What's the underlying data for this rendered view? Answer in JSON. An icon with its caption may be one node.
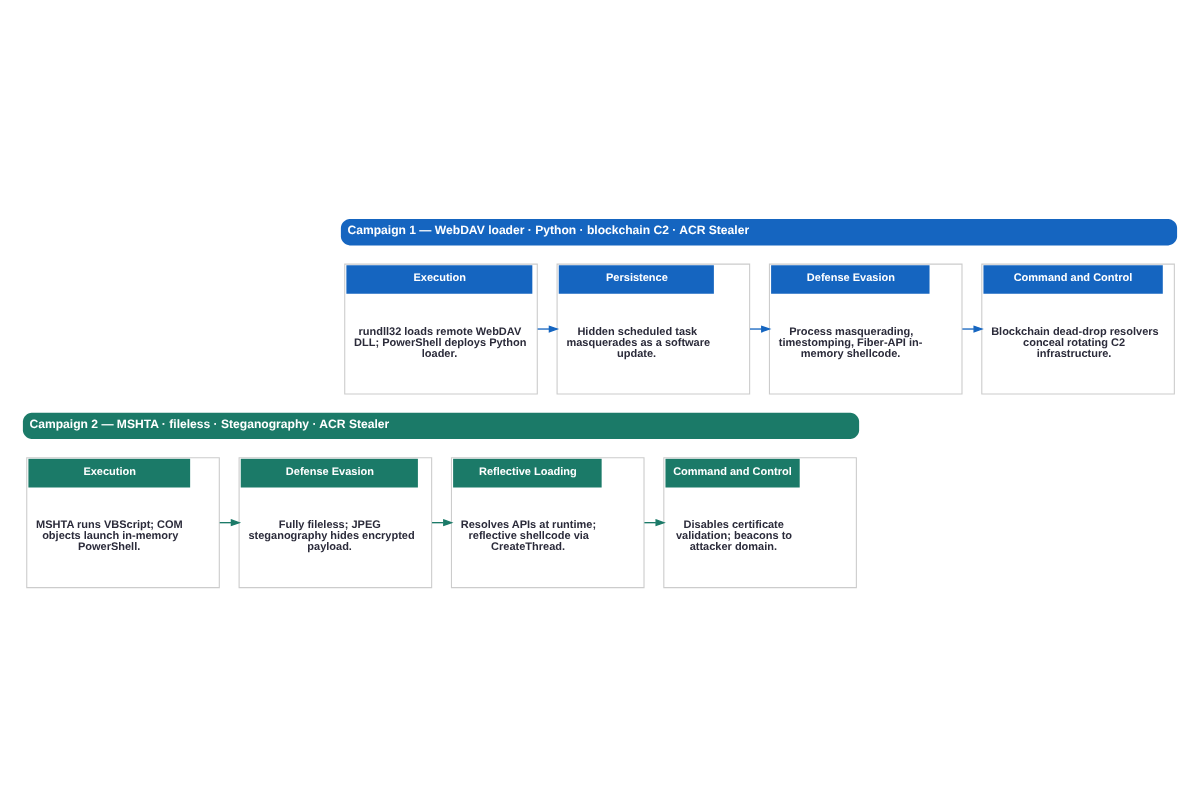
{
  "diagram": {
    "nodes": [
      {
        "text": [
          "Campaign 1 — WebDAV loader · Python · blockchain C2 · ACR Stealer"
        ]
      },
      {
        "text": [
          "Execution",
          "rundll32 loads remote WebDAV DLL; PowerShell deploys Python loader."
        ]
      },
      {
        "text": [
          "Persistence",
          "Hidden scheduled task masquerades as a software update."
        ]
      },
      {
        "text": [
          "Defense Evasion",
          "Process masquerading, timestomping, Fiber-API in-memory shellcode."
        ]
      },
      {
        "text": [
          "Command and Control",
          "Blockchain dead-drop resolvers conceal rotating C2 infrastructure."
        ]
      },
      {
        "text": [
          "Campaign 2 — MSHTA · fileless · Steganography · ACR Stealer"
        ]
      },
      {
        "text": [
          "Execution",
          "MSHTA runs VBScript; COM objects launch in-memory PowerShell."
        ]
      },
      {
        "text": [
          "Defense Evasion",
          "Fully fileless; JPEG steganography hides encrypted payload."
        ]
      },
      {
        "text": [
          "Reflective Loading",
          "Resolves APIs at runtime; reflective shellcode via CreateThread."
        ]
      },
      {
        "text": [
          "Command and Control",
          "Disables certificate validation; beacons to attacker domain."
        ]
      }
    ],
    "edges": [
      {
        "from": 1,
        "to": 2,
        "arrow": "to"
      },
      {
        "from": 2,
        "to": 3,
        "arrow": "to"
      },
      {
        "from": 3,
        "to": 4,
        "arrow": "to"
      },
      {
        "from": 6,
        "to": 7,
        "arrow": "to",
        "color": "#1b7a68"
      },
      {
        "from": 7,
        "to": 8,
        "arrow": "to",
        "color": "#1b7a68"
      },
      {
        "from": 8,
        "to": 9,
        "arrow": "to",
        "color": "#1b7a68"
      }
    ]
  }
}
